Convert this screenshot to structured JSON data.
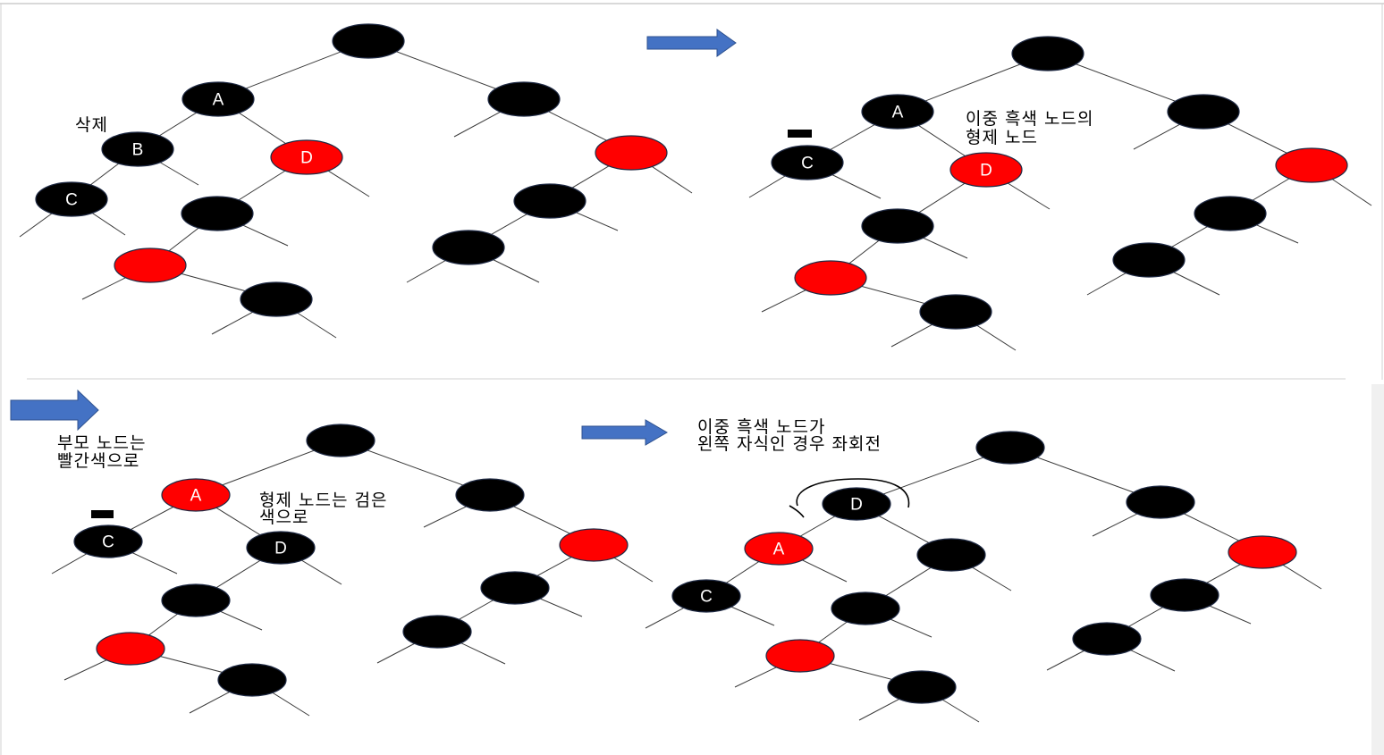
{
  "colors": {
    "black_node": "#000000",
    "red_node": "#ff0000",
    "node_outline": "#1f2a44",
    "edge": "#3a3a3a",
    "arrow": "#4472c4",
    "arrow_stroke": "#2f528f",
    "separator": "#d0d0d0"
  },
  "labels": {
    "delete": "삭제",
    "double_black_sibling": [
      "이중 흑색 노드의",
      "형제 노드"
    ],
    "parent_to_red": [
      "부모 노드는",
      "빨간색으로"
    ],
    "sibling_to_black": [
      "형제 노드는 검은",
      "색으로"
    ],
    "left_rotate_case": [
      "이중 흑색 노드가",
      "왼쪽 자식인 경우 좌회전"
    ]
  },
  "node_letters": {
    "p1_A": "A",
    "p1_B": "B",
    "p1_C": "C",
    "p1_D": "D",
    "p2_A": "A",
    "p2_C": "C",
    "p2_D": "D",
    "p3_A": "A",
    "p3_C": "C",
    "p3_D": "D",
    "p4_D": "D",
    "p4_A": "A",
    "p4_C": "C"
  },
  "icons": {
    "arrow": "right-arrow-icon",
    "rotation": "counterclockwise-rotation-icon",
    "double_black_marker": "double-black-marker-icon"
  }
}
